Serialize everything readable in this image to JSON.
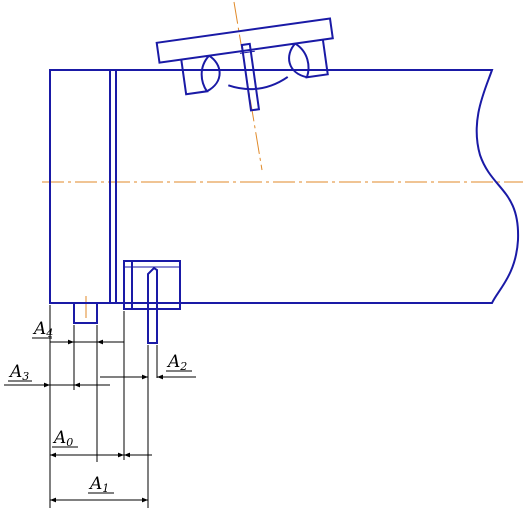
{
  "labels": {
    "a4": {
      "main": "A",
      "sub": "4"
    },
    "a3": {
      "main": "A",
      "sub": "3"
    },
    "a2": {
      "main": "A",
      "sub": "2"
    },
    "a0": {
      "main": "A",
      "sub": "0"
    },
    "a1": {
      "main": "A",
      "sub": "1"
    }
  },
  "colors": {
    "part_outline": "#1a1aa6",
    "axis_line": "#e08a2a",
    "dimension_line": "#000000",
    "background": "#ffffff"
  }
}
